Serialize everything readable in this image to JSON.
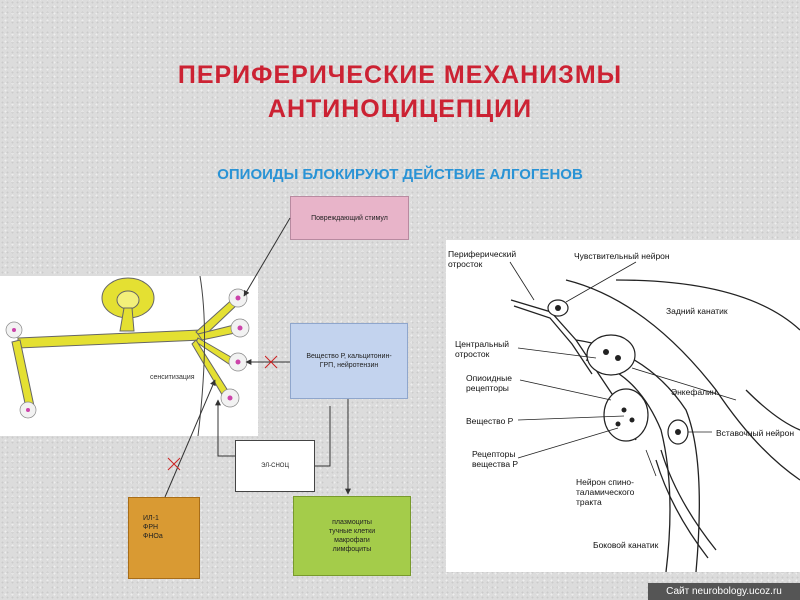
{
  "title": "ПЕРИФЕРИЧЕСКИЕ МЕХАНИЗМЫ\nАНТИНОЦИЦЕПЦИИ",
  "subtitle": "ОПИОИДЫ БЛОКИРУЮТ ДЕЙСТВИЕ АЛГОГЕНОВ",
  "left_diagram": {
    "stimulus": "Повреждающий стимул",
    "substances": "Вещество Р, кальцитонин-ГРП, нейротензин",
    "sensitization": "сенситизация",
    "small_box": "ЭЛ-СНОЦ",
    "interleukins": "ИЛ-1\nФРН\nФНОа",
    "cells": "плазмоциты\nтучные клетки\nмакрофаги\nлимфоциты"
  },
  "right_diagram": {
    "peripheral_process": "Периферический\nотросток",
    "sensory_neuron": "Чувствительный нейрон",
    "dorsal_funiculus": "Задний канатик",
    "central_process": "Центральный\nотросток",
    "opioid_receptors": "Опиоидные\nрецепторы",
    "enkephalin": "Энкефалин",
    "substance_p": "Вещество Р",
    "interneuron": "Вставочный нейрон",
    "substance_p_receptors": "Рецепторы\nвещества Р",
    "spinothalamic_neuron": "Нейрон спино-\nталамического\nтракта",
    "lateral_funiculus": "Боковой канатик"
  },
  "footer": "Сайт neurobology.ucoz.ru"
}
